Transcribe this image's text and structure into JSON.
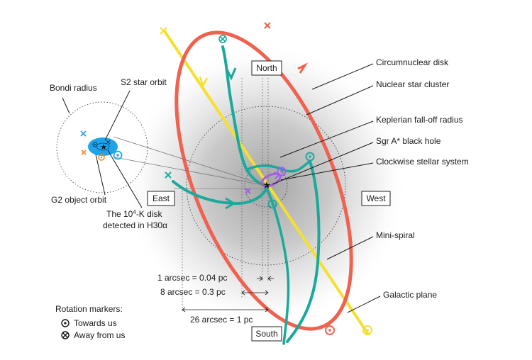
{
  "directions": {
    "north": "North",
    "south": "South",
    "east": "East",
    "west": "West"
  },
  "labels": {
    "circumnuclear_disk": "Circumnuclear disk",
    "nuclear_star_cluster": "Nuclear star cluster",
    "keplerian_radius": "Keplerian fall-off radius",
    "sgr_a": "Sgr A* black hole",
    "clockwise_system": "Clockwise stellar system",
    "mini_spiral": "Mini-spiral",
    "galactic_plane": "Galactic plane",
    "bondi_radius": "Bondi radius",
    "s2_orbit": "S2 star orbit",
    "g2_orbit": "G2 object orbit",
    "disk_line1_pre": "The 10",
    "disk_line1_sup": "4",
    "disk_line1_post": "-K disk",
    "disk_line2": "detected in H30α"
  },
  "scales": {
    "s1": "1 arcsec = 0.04 pc",
    "s2": "8 arcsec = 0.3 pc",
    "s3": "26 arcsec = 1 pc"
  },
  "legend": {
    "title": "Rotation markers:",
    "towards": "Towards us",
    "away": "Away from us"
  },
  "colors": {
    "circumnuclear_disk": "#f0614f",
    "mini_spiral": "#1aa99a",
    "galactic_plane": "#f5e02e",
    "clockwise_system": "#a55fe0",
    "inset_disk": "#1fa4ea",
    "g2": "#f28b2c",
    "cluster_haze": "#b5b5b5"
  }
}
